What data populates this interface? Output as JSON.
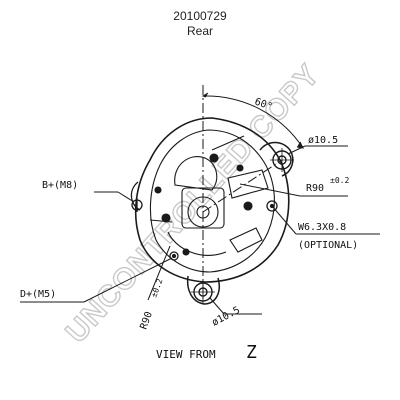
{
  "header": {
    "part_number": "20100729",
    "view": "Rear"
  },
  "labels": {
    "terminal_b": "B+(M8)",
    "terminal_d": "D+(M5)",
    "hole_top": "ø10.5",
    "hole_bottom": "ø10.5",
    "angle": "60°",
    "radius_right": "R90",
    "radius_right_tol": "±0.2",
    "radius_bottom": "R90",
    "radius_bottom_tol": "±0.2",
    "terminal_w": "W6.3X0.8",
    "optional": "(OPTIONAL)",
    "view_from": "VIEW FROM",
    "view_letter": "Z"
  },
  "watermark": {
    "text": "UNCONTROLLED COPY",
    "color": "#c9c9c9"
  }
}
